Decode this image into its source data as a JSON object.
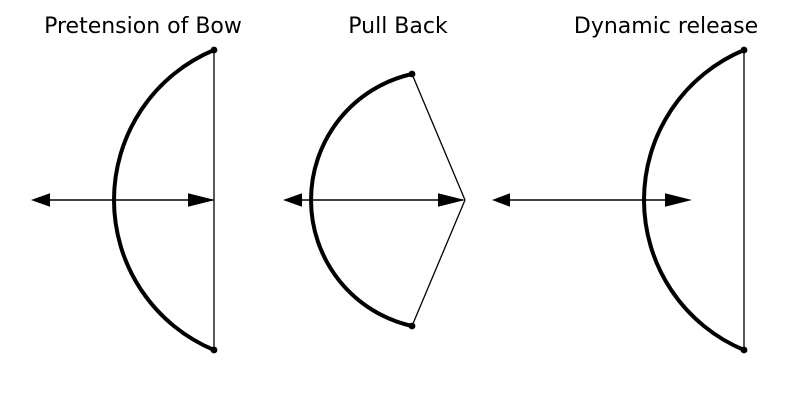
{
  "figure": {
    "background_color": "#ffffff",
    "ink_color": "#000000",
    "panels": [
      {
        "id": "pretension-of-bow",
        "title": "Pretension of Bow"
      },
      {
        "id": "pull-back",
        "title": "Pull Back"
      },
      {
        "id": "dynamic-release",
        "title": "Dynamic release"
      }
    ]
  }
}
